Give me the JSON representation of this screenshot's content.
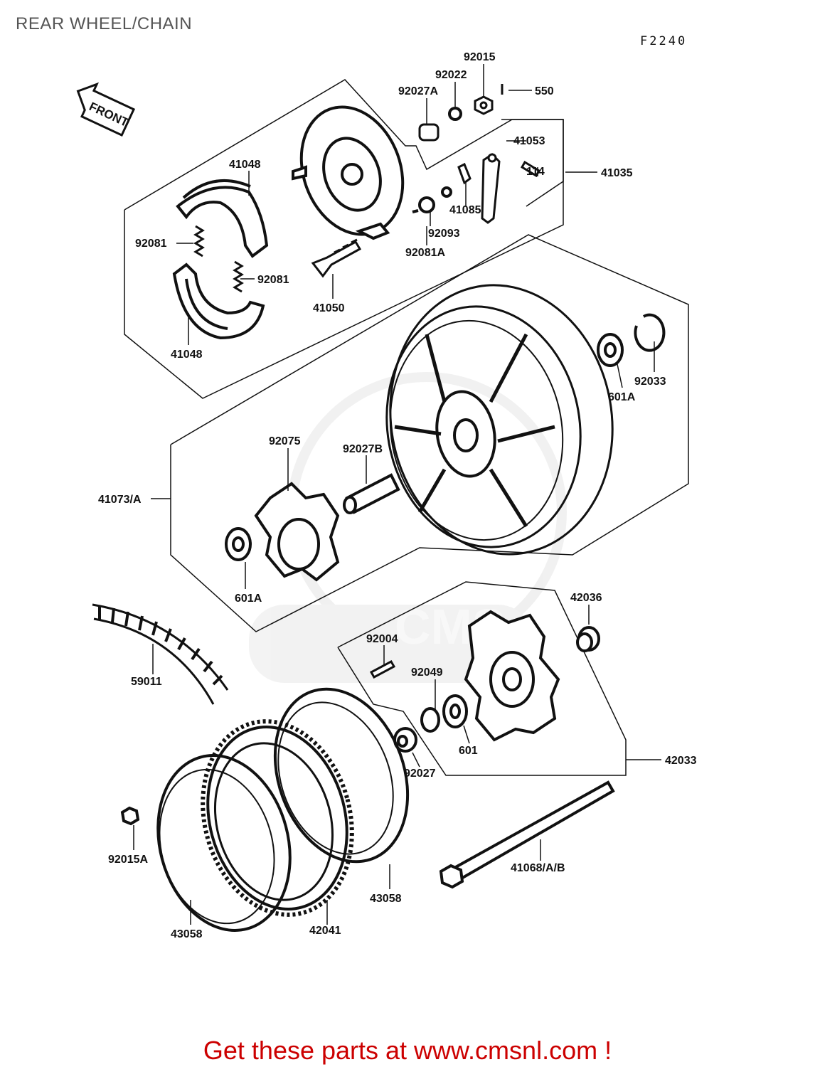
{
  "title": "REAR WHEEL/CHAIN",
  "figure_code": "F2240",
  "front_arrow_label": "FRONT",
  "footer_text": "Get these parts at www.cmsnl.com !",
  "watermark_text": "CMS",
  "labels": {
    "p92015": "92015",
    "p92022": "92022",
    "p92027A": "92027A",
    "p550": "550",
    "p41053": "41053",
    "p114": "114",
    "p41035": "41035",
    "p41048_top": "41048",
    "p92081_left": "92081",
    "p92081_right": "92081",
    "p41048_bottom": "41048",
    "p41050": "41050",
    "p41085": "41085",
    "p92093": "92093",
    "p92081A": "92081A",
    "p92033": "92033",
    "p601A_right": "601A",
    "p92075": "92075",
    "p92027B": "92027B",
    "p41073A": "41073/A",
    "p601A_left": "601A",
    "p42036": "42036",
    "p92004": "92004",
    "p92049": "92049",
    "p59011": "59011",
    "p601": "601",
    "p92027": "92027",
    "p42033": "42033",
    "p92015A": "92015A",
    "p41068": "41068/A/B",
    "p43058_right": "43058",
    "p43058_left": "43058",
    "p42041": "42041"
  }
}
